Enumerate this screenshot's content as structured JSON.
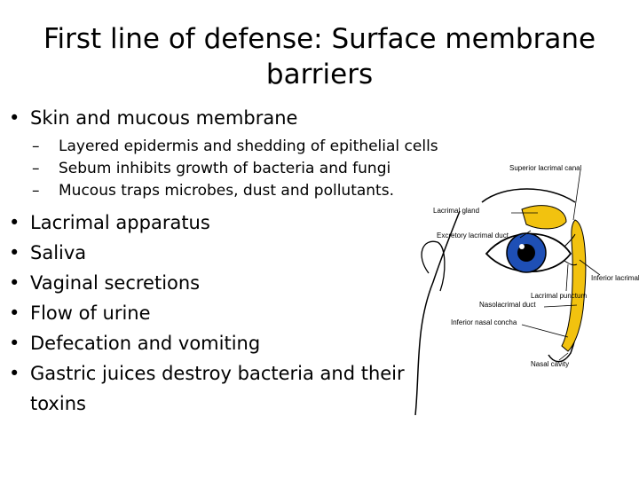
{
  "slide": {
    "title": "First line of defense: Surface membrane barriers",
    "bullets": [
      {
        "text": "Skin and mucous membrane"
      },
      {
        "text": "Lacrimal apparatus"
      },
      {
        "text": "Saliva"
      },
      {
        "text": "Vaginal secretions"
      },
      {
        "text": "Flow of urine"
      },
      {
        "text": "Defecation and vomiting"
      },
      {
        "text": "Gastric juices destroy bacteria and their toxins"
      }
    ],
    "sub_bullets": [
      "Layered epidermis and shedding of epithelial cells",
      "Sebum inhibits growth of bacteria and fungi",
      "Mucous traps microbes, dust and pollutants."
    ]
  },
  "figure": {
    "labels": {
      "superior_canal": "Superior lacrimal canal",
      "lacrimal_gland": "Lacrimal gland",
      "excretory_duct": "Excretory lacrimal duct",
      "inferior_canal": "Inferior lacrimal canal",
      "punctum": "Lacrimal punctum",
      "nasolacrimal": "Nasolacrimal duct",
      "inferior_concha": "Inferior nasal concha",
      "nasal_cavity": "Nasal cavity"
    },
    "colors": {
      "gland": "#f2c20f",
      "iris": "#1e4fb5",
      "line": "#000000"
    }
  }
}
